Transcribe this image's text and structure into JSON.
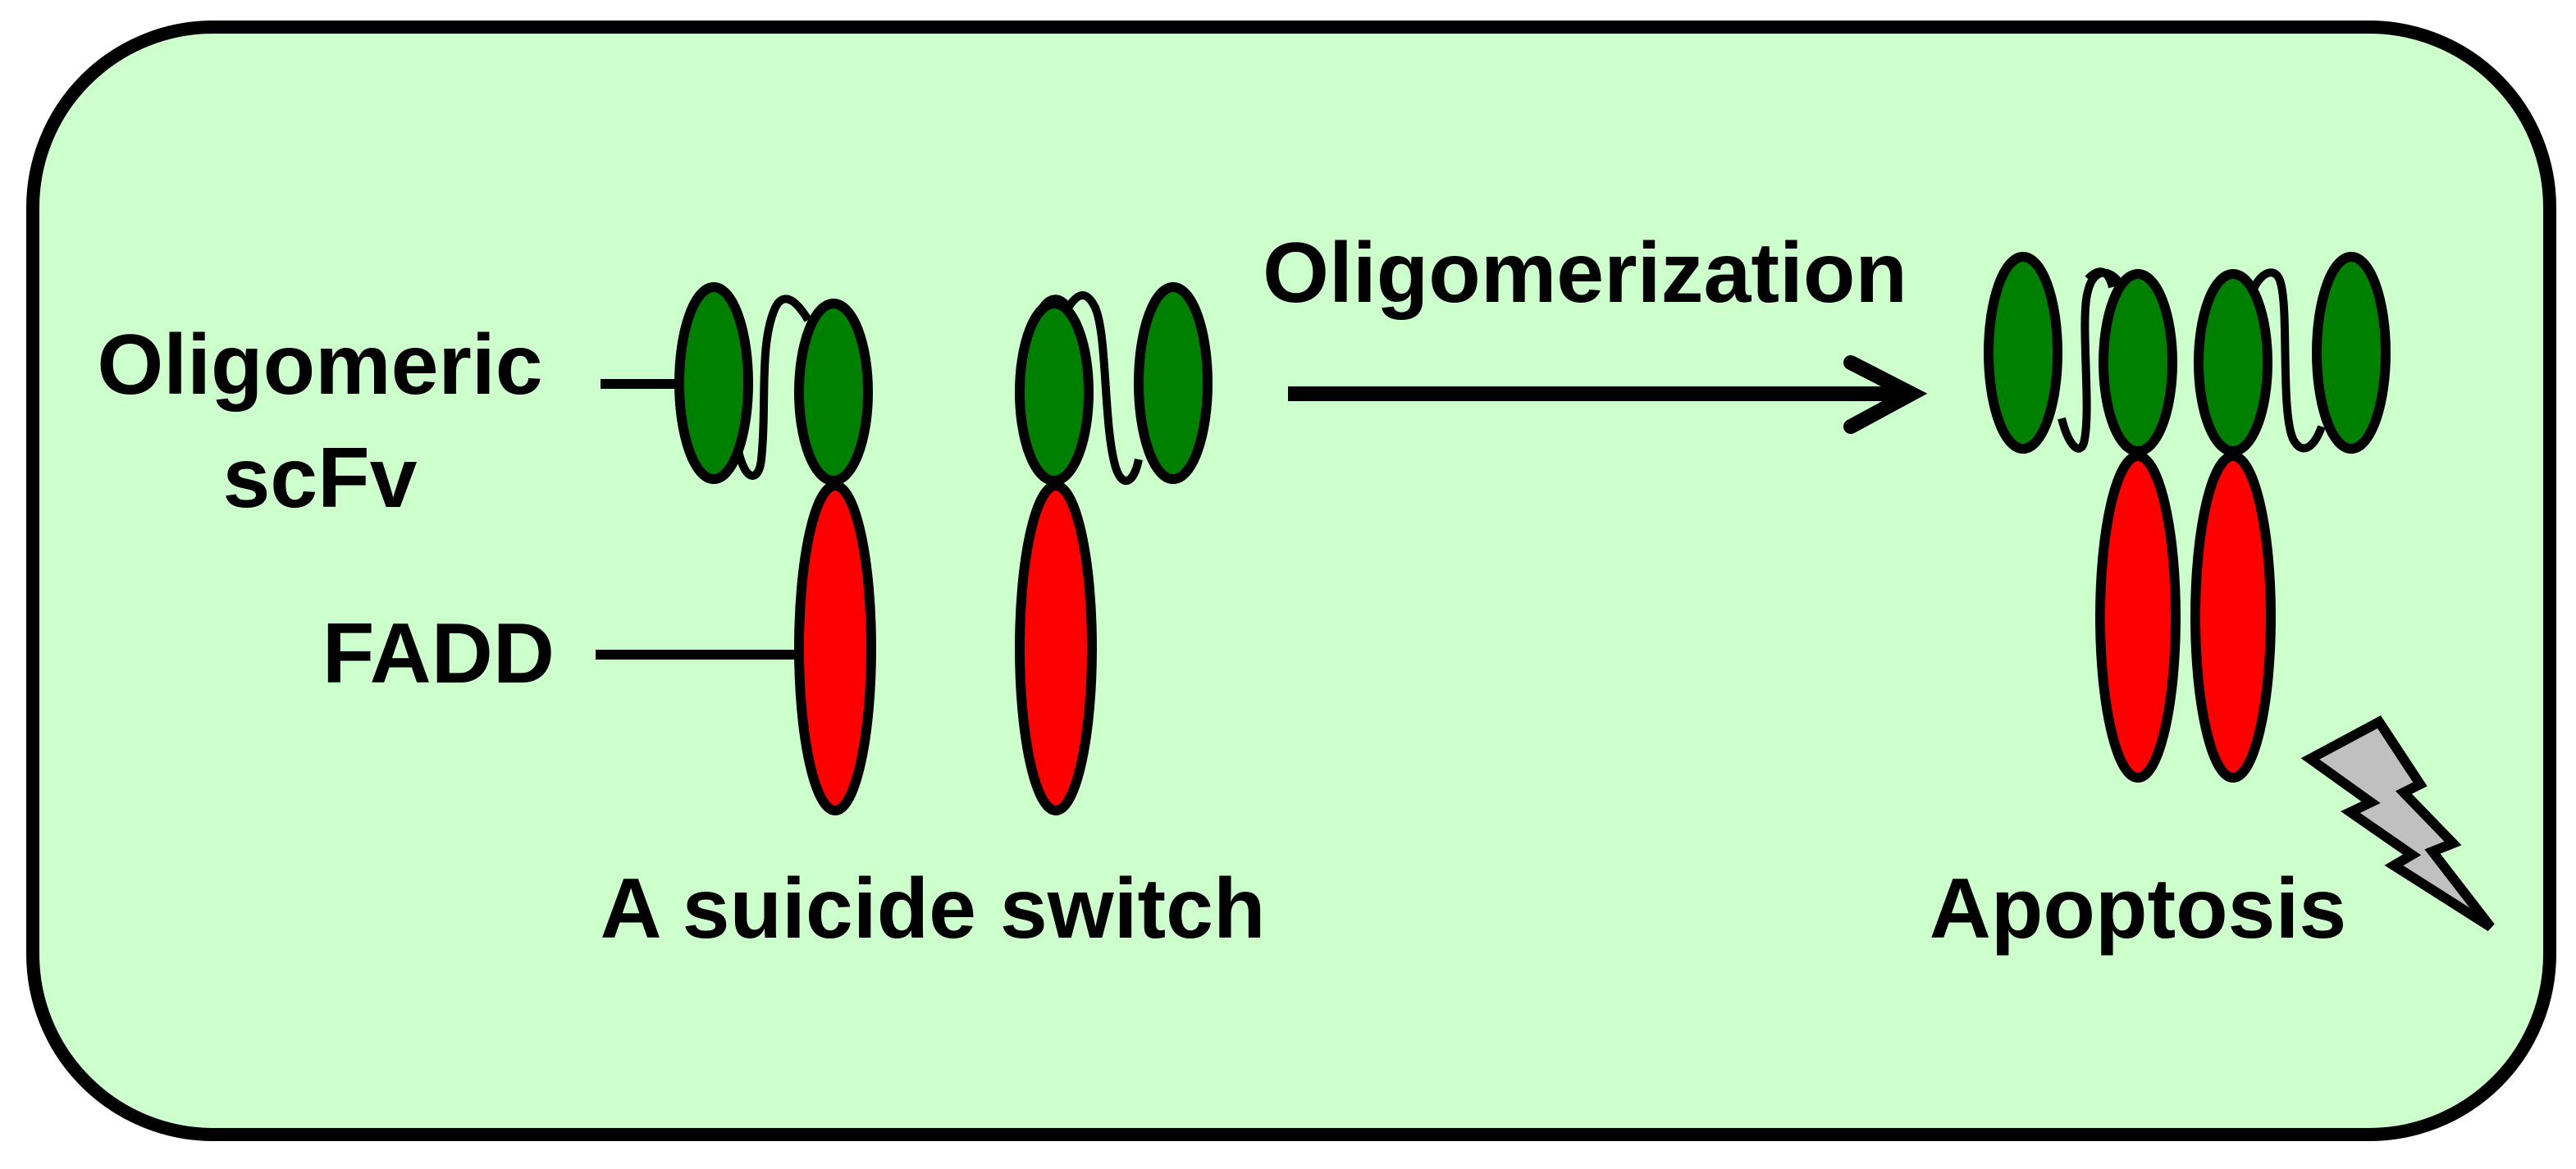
{
  "labels": {
    "oligomeric_line1": "Oligomeric",
    "oligomeric_line2": "scFv",
    "fadd": "FADD",
    "suicide_switch": "A suicide switch",
    "oligomerization": "Oligomerization",
    "apoptosis": "Apoptosis"
  },
  "colors": {
    "panel_fill": "#ccffcc",
    "scfv_green": "#008000",
    "fadd_red": "#ff0000",
    "lightning_gray": "#c0c0c0",
    "outline": "#000000"
  },
  "icons": {
    "lightning": "lightning-bolt-icon",
    "arrow": "right-arrow-icon"
  }
}
